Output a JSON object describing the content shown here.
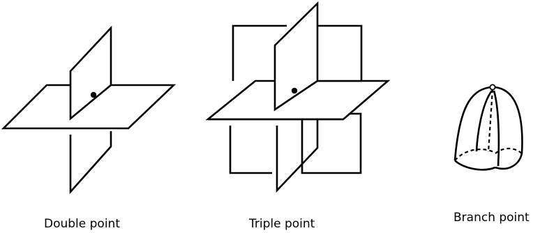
{
  "labels": {
    "double_point": "Double point",
    "triple_point": "Triple point",
    "branch_point": "Branch point"
  },
  "colors": {
    "stroke": "#000000",
    "background": "#ffffff"
  }
}
